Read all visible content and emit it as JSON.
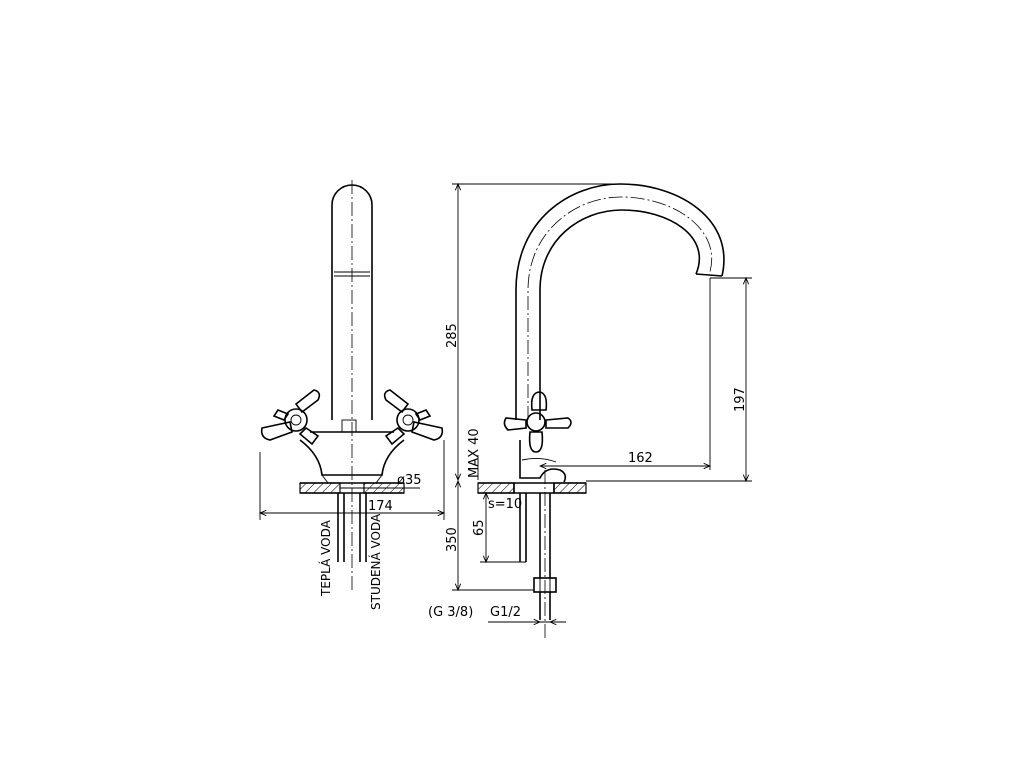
{
  "dimensions": {
    "total_height": "285",
    "spout_height": "197",
    "reach": "162",
    "max_thickness": "MAX 40",
    "width": "174",
    "hole_diameter": "ø35",
    "plate_thickness": "s=10",
    "hose_offset": "65",
    "hose_length": "350",
    "thread_inner": "(G 3/8)",
    "thread_outer": "G1/2"
  },
  "labels": {
    "warm_water": "TEPLÁ VODA",
    "cold_water": "STUDENÁ VODA"
  }
}
